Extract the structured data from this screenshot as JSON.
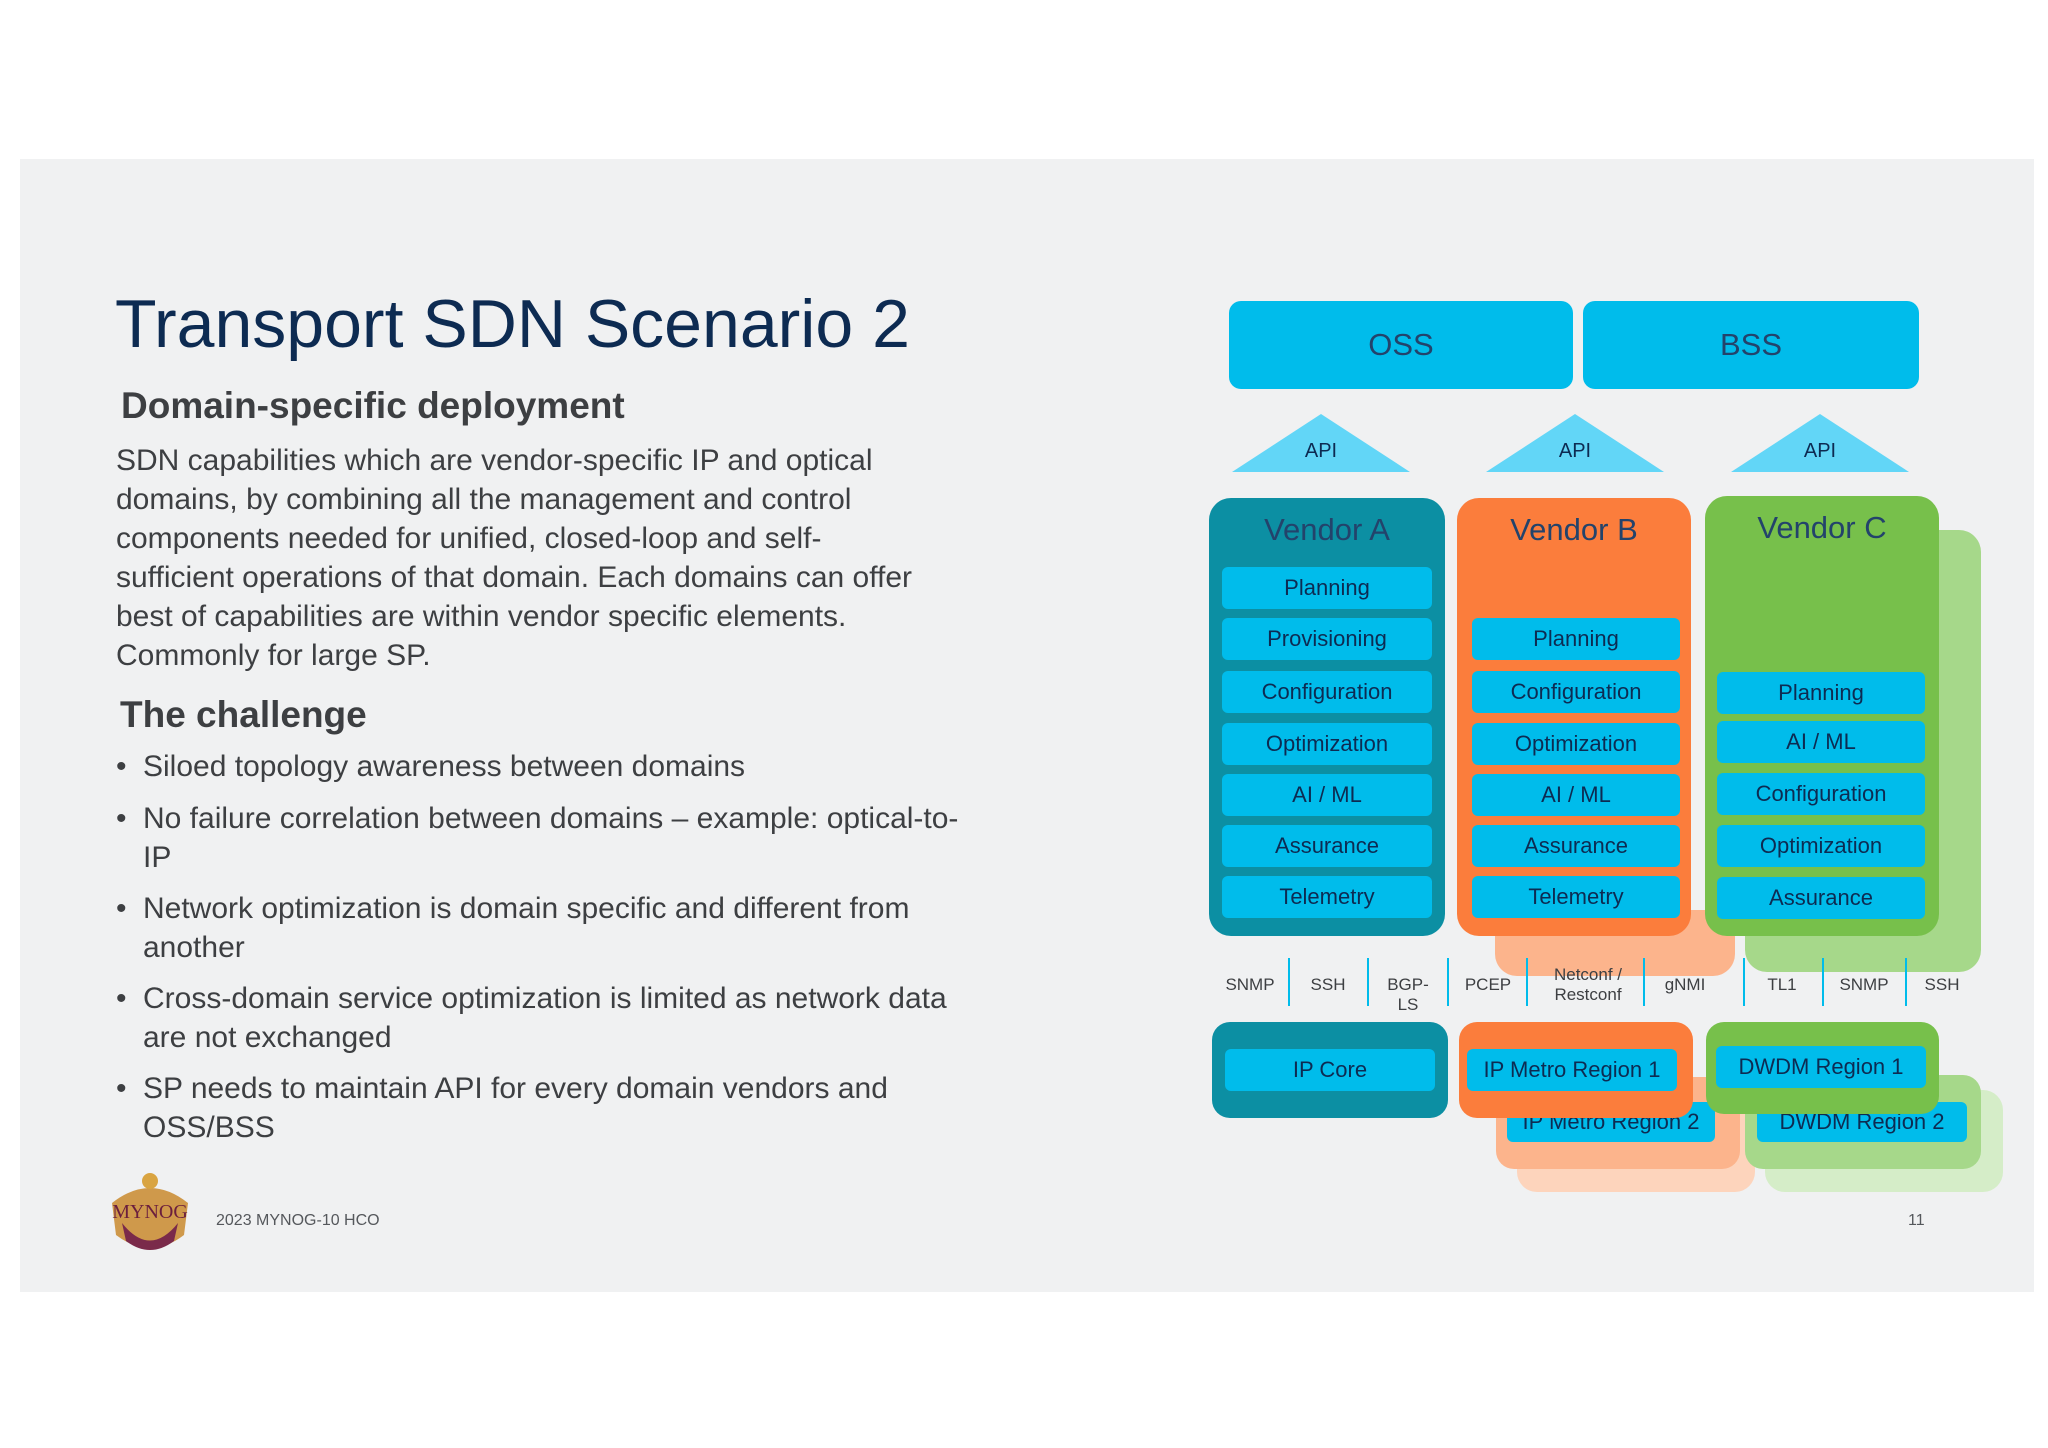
{
  "slide": {
    "title": "Transport SDN Scenario 2",
    "subtitle": "Domain-specific deployment",
    "description": "SDN capabilities which are vendor-specific IP and optical domains, by combining all the management and control components needed for unified, closed-loop and self-sufficient operations of that domain. Each domains can offer best of capabilities are within vendor specific elements. Commonly for large SP.",
    "challenge_heading": "The challenge",
    "bullet_char": "•",
    "bullets": [
      "Siloed topology awareness between domains",
      "No failure correlation between domains – example: optical-to-IP",
      "Network optimization is domain specific and different from another",
      "Cross-domain service optimization is limited as network data are not exchanged",
      "SP needs to maintain API for every domain vendors and OSS/BSS"
    ],
    "footer": "2023 MYNOG-10 HCO",
    "page_number": "11",
    "logo_text": "MYNOG"
  },
  "diagram": {
    "top_boxes": [
      "OSS",
      "BSS"
    ],
    "api_label": "API",
    "vendors": [
      {
        "name": "Vendor A",
        "functions": [
          "Planning",
          "Provisioning",
          "Configuration",
          "Optimization",
          "AI / ML",
          "Assurance",
          "Telemetry"
        ]
      },
      {
        "name": "Vendor B",
        "functions": [
          "Planning",
          "Configuration",
          "Optimization",
          "AI / ML",
          "Assurance",
          "Telemetry"
        ]
      },
      {
        "name": "Vendor C",
        "functions": [
          "Planning",
          "AI / ML",
          "Configuration",
          "Optimization",
          "Assurance"
        ]
      }
    ],
    "protocols": [
      [
        "SNMP",
        "SSH",
        "BGP-\nLS"
      ],
      [
        "PCEP",
        "Netconf /\nRestconf",
        "gNMI"
      ],
      [
        "TL1",
        "SNMP",
        "SSH"
      ]
    ],
    "domains": {
      "a": [
        "IP Core"
      ],
      "b": [
        "IP Metro Region 1",
        "IP Metro Region 2"
      ],
      "c": [
        "DWDM Region 1",
        "DWDM Region 2"
      ]
    }
  },
  "colors": {
    "slide_bg": "#f0f1f2",
    "title": "#0d2b52",
    "chip": "#00bceb",
    "api": "#62d6f7",
    "vendor_a": "#0c8fa3",
    "vendor_b": "#fb7d3c",
    "vendor_c": "#77c04b"
  }
}
